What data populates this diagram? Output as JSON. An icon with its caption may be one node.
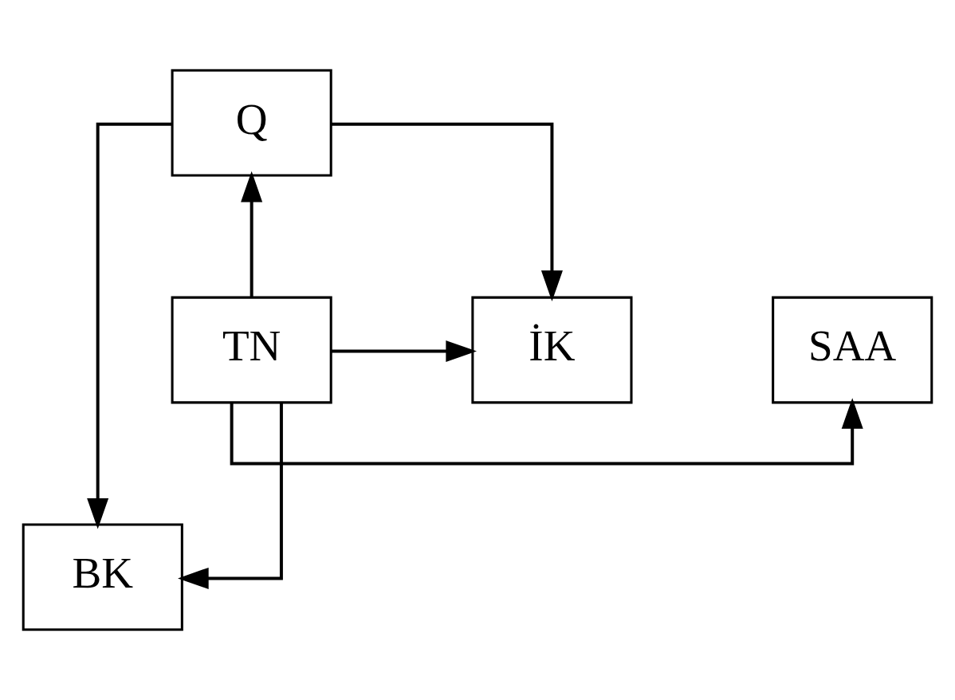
{
  "diagram": {
    "nodes": [
      {
        "text": [
          "Q"
        ]
      },
      {
        "text": [
          "SAA"
        ]
      },
      {
        "text": [
          "TN"
        ]
      },
      {
        "text": [
          "İK"
        ]
      },
      {
        "text": [
          "BK"
        ]
      }
    ],
    "edges": [
      {
        "from": 2,
        "to": 0,
        "arrow": "to"
      },
      {
        "from": 2,
        "to": 1,
        "arrow": "to"
      },
      {
        "from": 2,
        "to": 3,
        "arrow": "to"
      },
      {
        "from": 2,
        "to": 4,
        "arrow": "to"
      },
      {
        "from": 0,
        "to": 3,
        "arrow": "to"
      },
      {
        "from": 0,
        "to": 4,
        "arrow": "to"
      }
    ]
  }
}
